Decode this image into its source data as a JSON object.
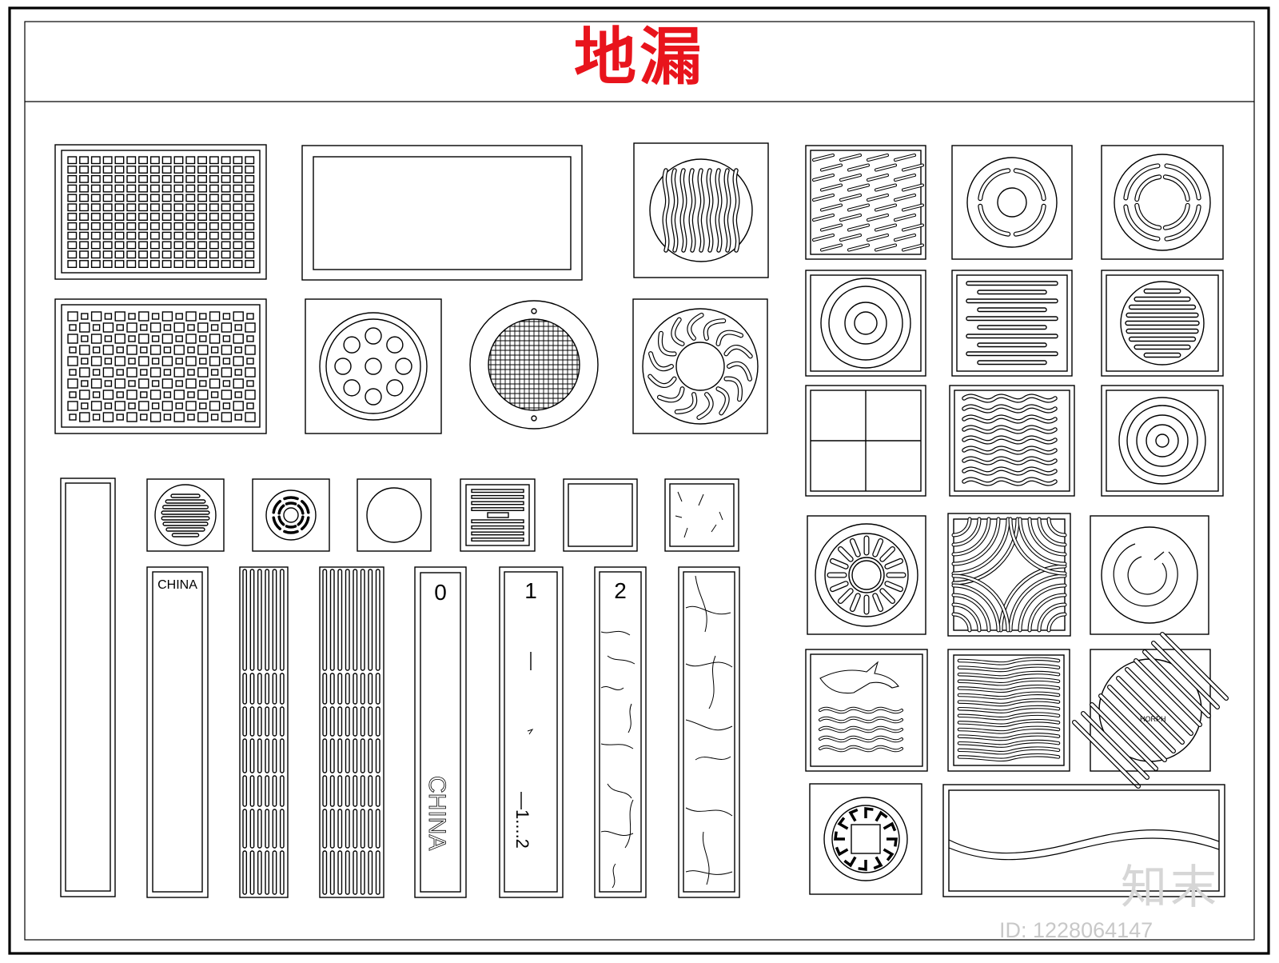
{
  "title": "地漏",
  "labels": {
    "grate_china_top": "CHINA",
    "grate_zero": "0",
    "grate_china_vertical": "CHINA",
    "grate_one": "1",
    "grate_one_bottom": "1....2",
    "grate_two": "2",
    "logo_badge": "HORPH"
  },
  "watermark": {
    "brand": "知末",
    "image_id": "ID: 1228064147"
  },
  "colors": {
    "title": "#e8141c",
    "line": "#000000",
    "watermark": "#d6d6d6"
  }
}
